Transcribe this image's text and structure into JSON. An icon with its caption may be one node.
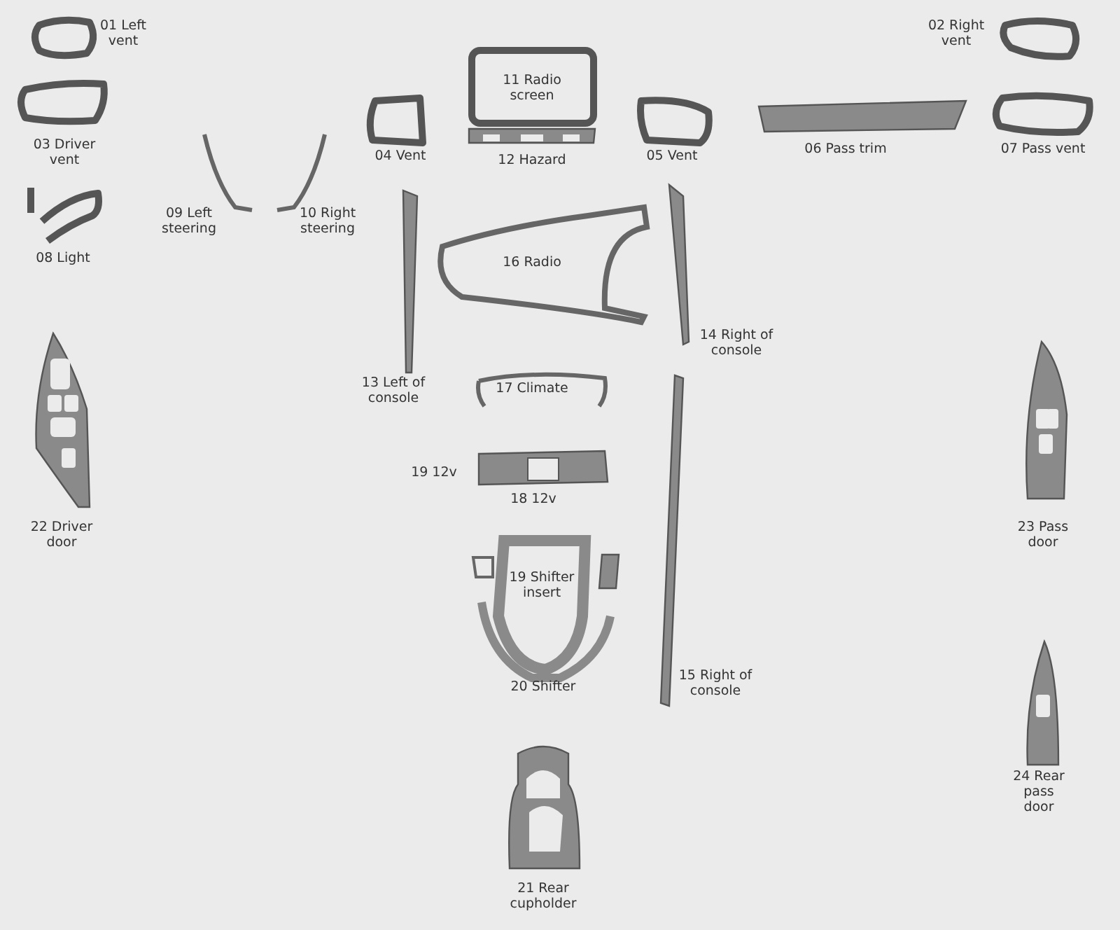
{
  "diagram": {
    "labels": [
      "01 Left vent",
      "02 Right vent",
      "11 Radio screen",
      "03 Driver vent",
      "04 Vent",
      "12 Hazard",
      "05 Vent",
      "06 Pass trim",
      "07 Pass vent",
      "09 Left steering",
      "10 Right steering",
      "08 Light",
      "16 Radio",
      "14 Right of console",
      "13 Left of console",
      "17 Climate",
      "19 12v",
      "18 12v",
      "22 Driver door",
      "23 Pass door",
      "19 Shifter insert",
      "20 Shifter",
      "15 Right of console",
      "24 Rear pass door",
      "21 Rear cupholder"
    ]
  }
}
